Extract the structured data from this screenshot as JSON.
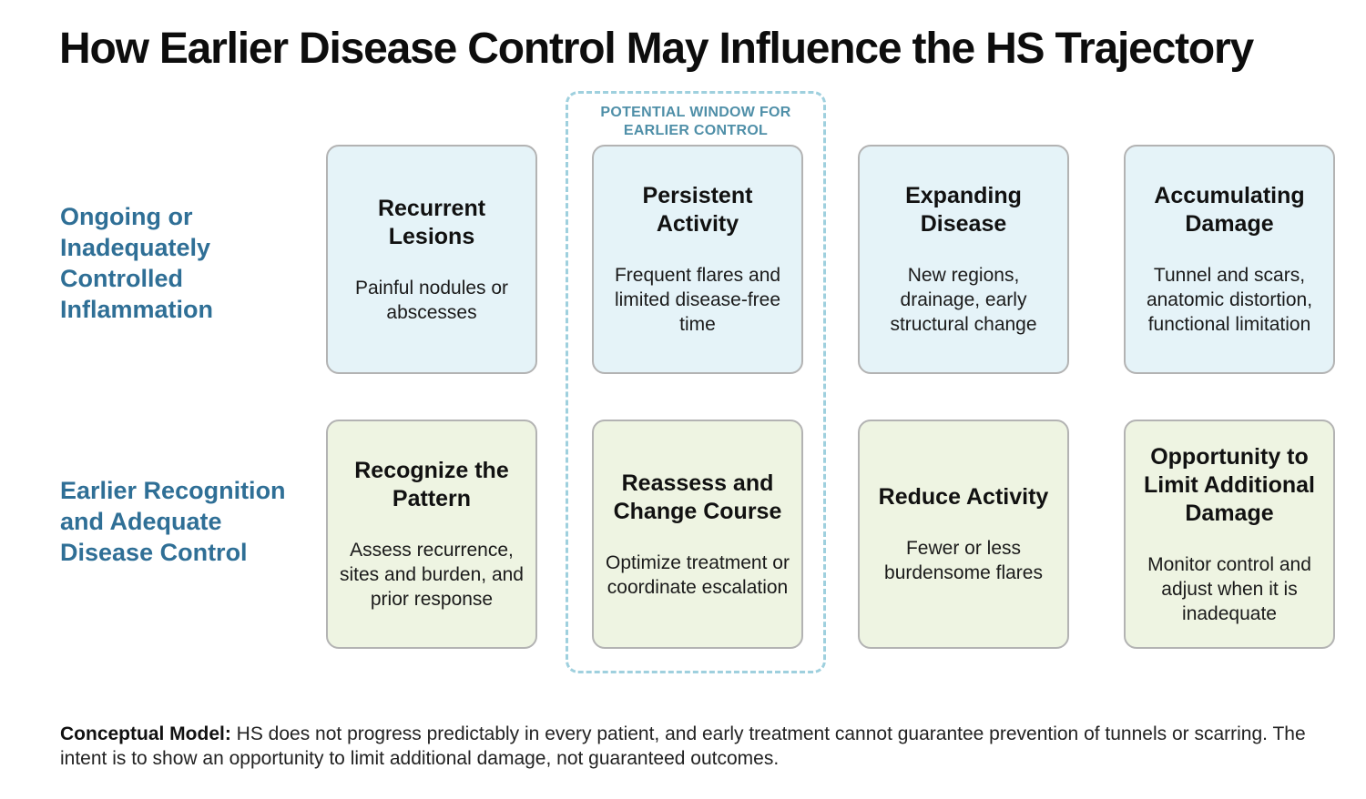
{
  "title": "How Earlier Disease Control May Influence the HS Trajectory",
  "window_label": "POTENTIAL WINDOW FOR EARLIER CONTROL",
  "rows": [
    {
      "label": "Ongoing or Inadequately Controlled Inflammation",
      "color": "#2f6f96",
      "card_fill": "#e5f3f8",
      "cards": [
        {
          "title": "Recurrent Lesions",
          "desc": "Painful nodules or abscesses"
        },
        {
          "title": "Persistent Activity",
          "desc": "Frequent flares and limited disease-free time"
        },
        {
          "title": "Expanding Disease",
          "desc": "New regions, drainage, early structural change"
        },
        {
          "title": "Accumulating Damage",
          "desc": "Tunnel and scars, anatomic distortion, functional limitation"
        }
      ]
    },
    {
      "label": "Earlier Recognition and Adequate Disease Control",
      "color": "#2f6f96",
      "card_fill": "#eef4e2",
      "cards": [
        {
          "title": "Recognize the Pattern",
          "desc": "Assess recurrence, sites and burden, and prior response"
        },
        {
          "title": "Reassess and Change Course",
          "desc": "Optimize treatment or coordinate escalation"
        },
        {
          "title": "Reduce Activity",
          "desc": "Fewer or less burdensome flares"
        },
        {
          "title": "Opportunity to Limit Additional Damage",
          "desc": "Monitor control and adjust when it is inadequate"
        }
      ]
    }
  ],
  "footnote": {
    "label": "Conceptual Model:",
    "text": " HS does not progress predictably in every patient, and early treatment cannot guarantee prevention of tunnels or scarring. The intent is to show an opportunity to limit additional damage, not guaranteed outcomes."
  }
}
